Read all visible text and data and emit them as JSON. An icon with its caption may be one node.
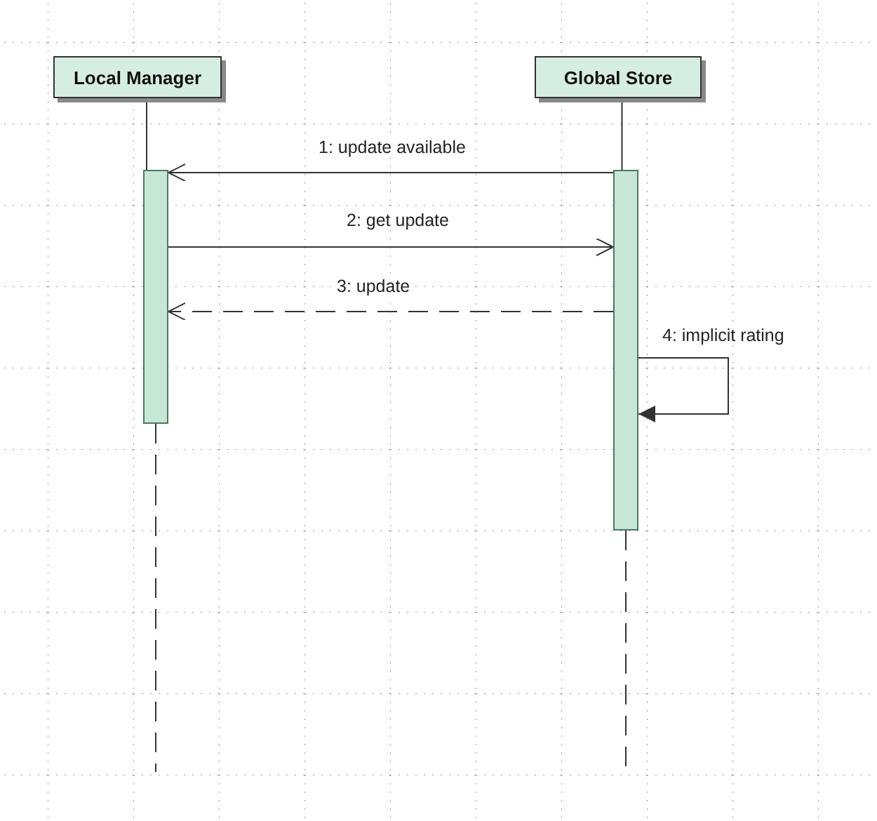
{
  "diagram": {
    "nodes": [
      {
        "text": [
          "Local Manager"
        ]
      },
      {
        "text": [
          "Global Store"
        ]
      },
      {
        "text": [],
        "shape": "bar"
      },
      {
        "text": [],
        "shape": "bar"
      }
    ],
    "edges": [
      {
        "from": 0,
        "to": 2,
        "arrow": "none"
      },
      {
        "from": 2,
        "to": null,
        "arrow": "none",
        "style": "dashed"
      },
      {
        "from": 1,
        "to": 3,
        "arrow": "none"
      },
      {
        "from": 3,
        "to": null,
        "arrow": "none",
        "style": "dashed"
      },
      {
        "from": 3,
        "to": 2,
        "arrow": "to",
        "label": "1: update available"
      },
      {
        "from": 2,
        "to": 3,
        "arrow": "to",
        "label": "2: get update"
      },
      {
        "from": 3,
        "to": 2,
        "arrow": "to",
        "label": "3: update",
        "style": "dashed"
      },
      {
        "from": 3,
        "to": 3,
        "arrow": "to",
        "label": "4: implicit rating"
      }
    ]
  }
}
